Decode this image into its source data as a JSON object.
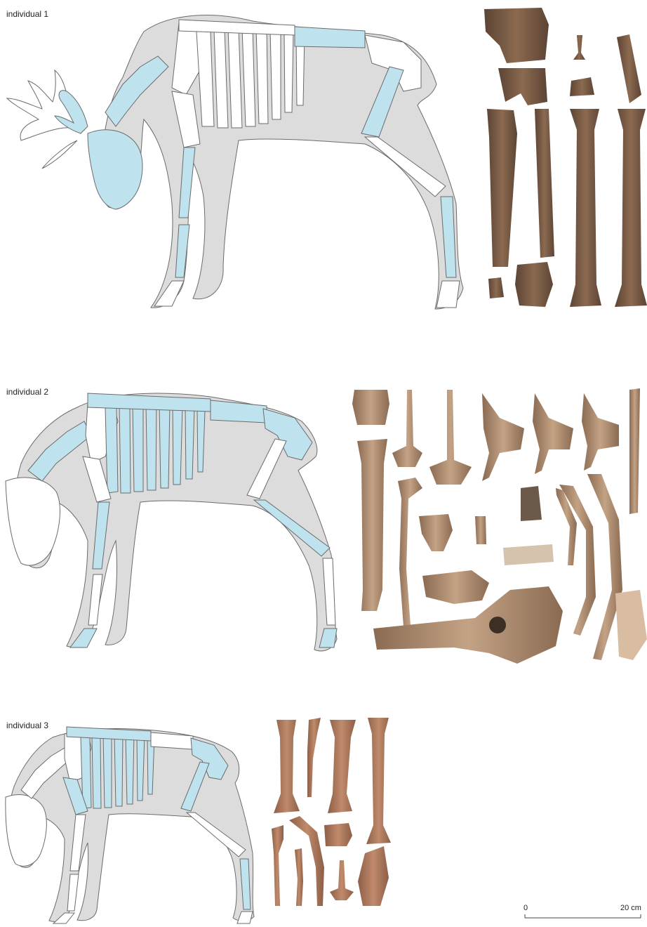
{
  "individuals": [
    {
      "label": "individual 1"
    },
    {
      "label": "individual 2"
    },
    {
      "label": "individual 3"
    }
  ],
  "scale_bar": {
    "start_label": "0",
    "end_label": "20 cm"
  },
  "colors": {
    "body_silhouette": "#dcdcdc",
    "preserved_bone": "#bfe3ee",
    "missing_bone": "#ffffff",
    "outline": "#6b6b6b",
    "bone_photo_dark": "#6e5340",
    "bone_photo_mid": "#9a7a5e",
    "bone_photo_light": "#c7a98b"
  }
}
